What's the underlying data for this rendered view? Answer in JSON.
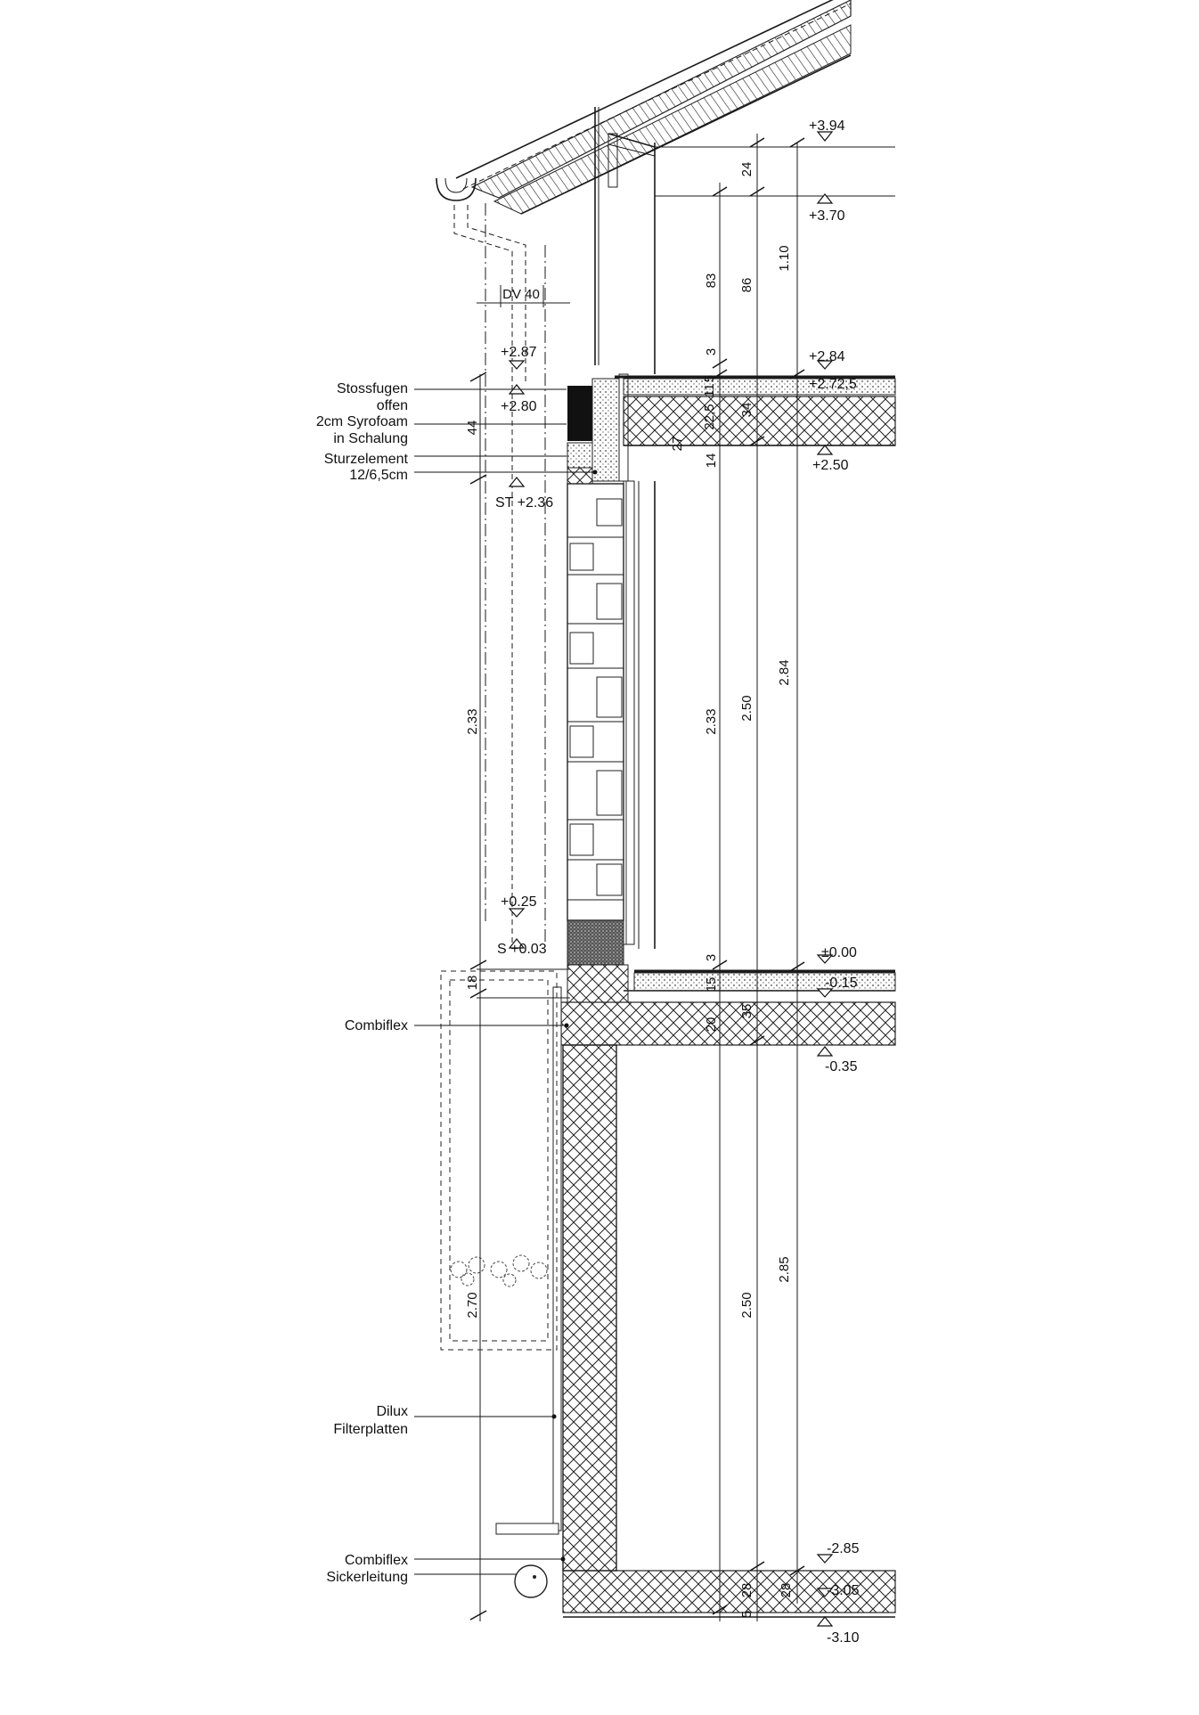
{
  "drawing": {
    "callouts": [
      "Stossfugen",
      "offen",
      "2cm Syrofoam",
      "in Schalung",
      "Sturzelement",
      "12/6,5cm",
      "Combiflex",
      "Dilux",
      "Filterplatten",
      "Combiflex",
      "Sickerleitung"
    ],
    "levels_right": [
      "+3.94",
      "+3.70",
      "+2.84",
      "+2.72,5",
      "+2.50",
      "±0.00",
      "-0.15",
      "-0.35",
      "-2.85",
      "-3.05",
      "-3.10"
    ],
    "levels_left": [
      "+2.87",
      "+2.80",
      "ST +2.36",
      "+0.25",
      "S +0.03"
    ],
    "dimensions_left": [
      "DV 40",
      "44",
      "2.33",
      "18",
      "2.70"
    ],
    "dimensions_col1": [
      "83",
      "3",
      "5",
      "11",
      "22,5",
      "27",
      "14",
      "2.33",
      "3",
      "15",
      "20",
      "5",
      "28"
    ],
    "dimensions_col2": [
      "24",
      "86",
      "34",
      "2.50",
      "35",
      "2.50",
      "28"
    ],
    "dimensions_col3": [
      "1.10",
      "2.84",
      "2.85"
    ]
  }
}
